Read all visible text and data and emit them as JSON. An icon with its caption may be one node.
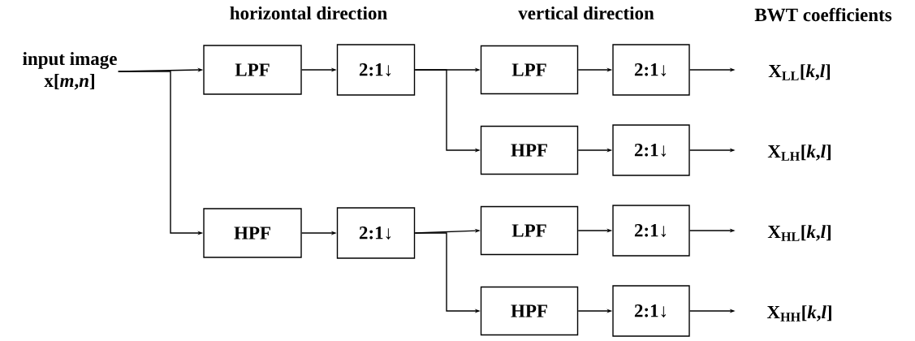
{
  "diagram": {
    "nodes": [
      {
        "text": [
          "input image",
          "x[*m*,*n*]"
        ]
      },
      {
        "text": [
          "LPF"
        ]
      },
      {
        "text": [
          "2:1↓"
        ]
      },
      {
        "text": [
          "HPF"
        ]
      },
      {
        "text": [
          "2:1↓"
        ]
      },
      {
        "text": [
          "LPF"
        ]
      },
      {
        "text": [
          "2:1↓"
        ]
      },
      {
        "text": [
          "HPF"
        ]
      },
      {
        "text": [
          "2:1↓"
        ]
      },
      {
        "text": [
          "LPF"
        ]
      },
      {
        "text": [
          "2:1↓"
        ]
      },
      {
        "text": [
          "HPF"
        ]
      },
      {
        "text": [
          "2:1↓"
        ]
      },
      {
        "text": [
          "X$_{LL}$[*k*,*l*]"
        ]
      },
      {
        "text": [
          "X$_{LH}$[*k*,*l*]"
        ]
      },
      {
        "text": [
          "X$_{HL}$[*k*,*l*]"
        ]
      },
      {
        "text": [
          "X$_{HH}$[*k*,*l*]"
        ]
      }
    ],
    "edges": [
      {
        "from": 0,
        "to": 1,
        "arrow": "to"
      },
      {
        "from": 0,
        "to": 3,
        "arrow": "to"
      },
      {
        "from": 1,
        "to": 2,
        "arrow": "to"
      },
      {
        "from": 3,
        "to": 4,
        "arrow": "to"
      },
      {
        "from": 2,
        "to": 5,
        "arrow": "to"
      },
      {
        "from": 2,
        "to": 7,
        "arrow": "to"
      },
      {
        "from": 4,
        "to": 9,
        "arrow": "to"
      },
      {
        "from": 4,
        "to": 11,
        "arrow": "to"
      },
      {
        "from": 5,
        "to": 6,
        "arrow": "to"
      },
      {
        "from": 7,
        "to": 8,
        "arrow": "to"
      },
      {
        "from": 9,
        "to": 10,
        "arrow": "to"
      },
      {
        "from": 11,
        "to": 12,
        "arrow": "to"
      },
      {
        "from": 6,
        "to": 13,
        "arrow": "to"
      },
      {
        "from": 8,
        "to": 14,
        "arrow": "to"
      },
      {
        "from": 10,
        "to": 15,
        "arrow": "to"
      },
      {
        "from": 12,
        "to": 16,
        "arrow": "to"
      }
    ],
    "labels": [
      "horizontal direction",
      "vertical direction",
      "BWT coefficients"
    ]
  }
}
